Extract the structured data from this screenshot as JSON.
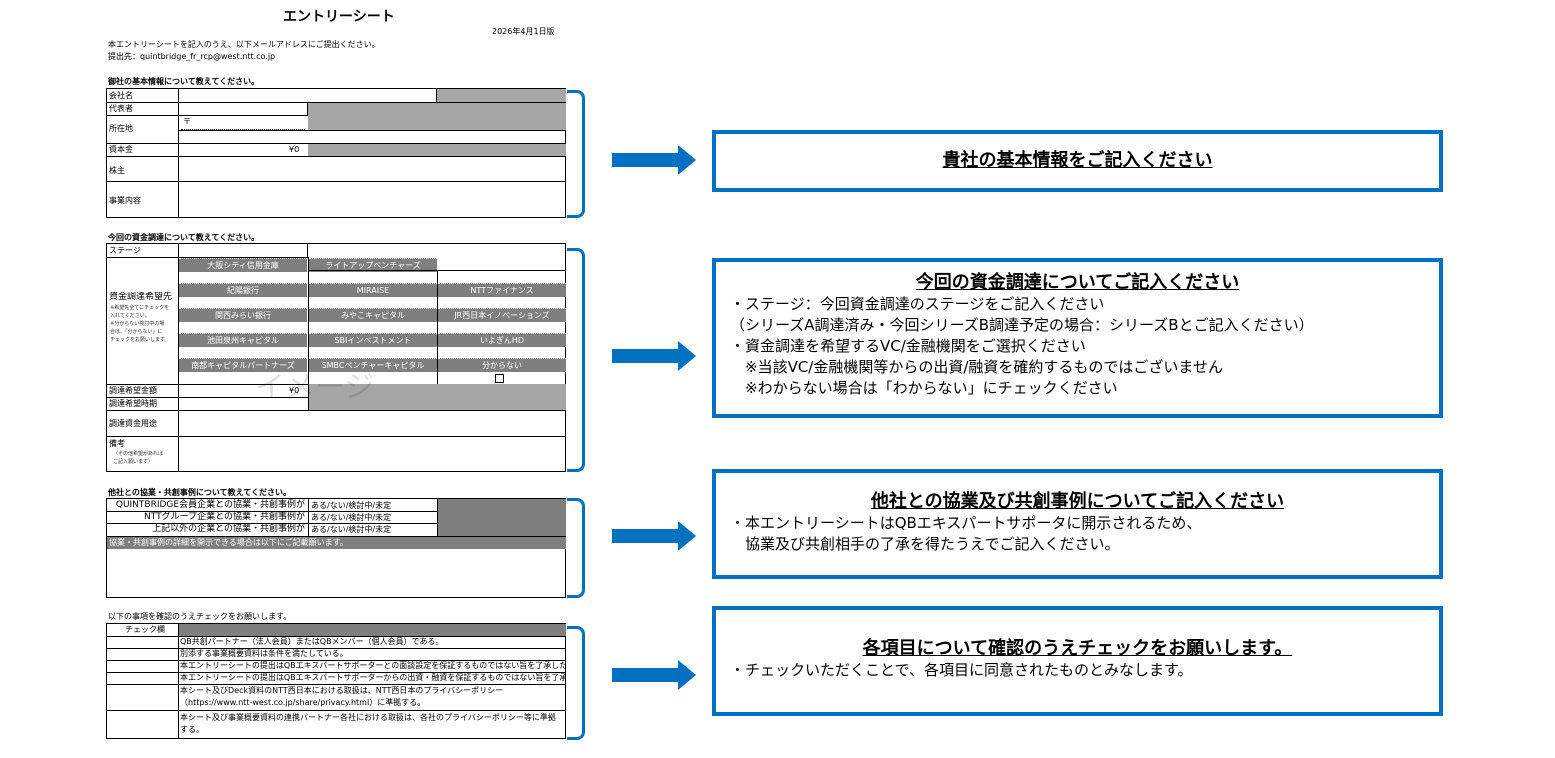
{
  "sheet": {
    "title": "エントリーシート",
    "version": "2026年4月1日版",
    "intro_line1": "本エントリーシートを記入のうえ、以下メールアドレスにご提出ください。",
    "intro_line2": "提出先：quintbridge_fr_rcp@west.ntt.co.jp",
    "section1": {
      "heading": "御社の基本情報について教えてください。",
      "company": "会社名",
      "representative": "代表者",
      "address": "所在地",
      "postal_mark": "〒",
      "capital": "資本金",
      "capital_value": "¥0",
      "shareholders": "株主",
      "business": "事業内容"
    },
    "section2": {
      "heading": "今回の資金調達について教えてください。",
      "stage": "ステージ",
      "target": "資金調達希望先",
      "target_note1": "※希望先全てにチェックを",
      "target_note2": "入れてください。",
      "target_note3": "※分からない検討中の場",
      "target_note4": "合は、「分からない」に",
      "target_note5": "チェックをお願いします。",
      "options": [
        "大阪シティ信用金庫",
        "ライトアップベンチャーズ",
        "",
        "紀陽銀行",
        "MIRAISE",
        "NTTファイナンス",
        "関西みらい銀行",
        "みやこキャピタル",
        "JR西日本イノベーションズ",
        "池田泉州キャピタル",
        "SBIインベストメント",
        "いよぎんHD",
        "南都キャピタルパートナーズ",
        "SMBCベンチャーキャピタル",
        "分からない"
      ],
      "amount": "調達希望金額",
      "amount_value": "¥0",
      "timing": "調達希望時期",
      "use": "調達資金用途",
      "remarks": "備考",
      "remarks_note1": "（その他希望があれば",
      "remarks_note2": "ご記入願います）",
      "watermark": "イメージ"
    },
    "section3": {
      "heading": "他社との協業・共創事例について教えてください。",
      "rows": [
        {
          "label": "QUINTBRIDGE会員企業との協業・共創事例が",
          "value": "ある/ない/検討中/未定"
        },
        {
          "label": "NTTグループ企業との協業・共創事例が",
          "value": "ある/ない/検討中/未定"
        },
        {
          "label": "上記以外の企業との協業・共創事例が",
          "value": "ある/ない/検討中/未定"
        }
      ],
      "detail": "協業・共創事例の詳細を開示できる場合は以下にご記載願います。"
    },
    "section4": {
      "heading": "以下の事項を確認のうえチェックをお願いします。",
      "check_col": "チェック欄",
      "items": [
        "QB共創パートナー（法人会員）またはQBメンバー（個人会員）である。",
        "別添する事業概要資料は条件を満たしている。",
        "本エントリーシートの提出はQBエキスパートサポーターとの面談設定を保証するものではない旨を了承した。",
        "本エントリーシートの提出はQBエキスパートサポーターからの出資・融資を保証するものではない旨を了承し",
        "本シート及びDeck資料のNTT西日本における取扱は、NTT西日本のプライバシーポリシー",
        "（https://www.ntt-west.co.jp/share/privacy.html）に準拠する。",
        "本シート及び事業概要資料の連携パートナー各社における取扱は、各社のプライバシーポリシー等に準拠",
        "する。"
      ]
    }
  },
  "panels": {
    "p1": {
      "title": "貴社の基本情報をご記入ください"
    },
    "p2": {
      "title": "今回の資金調達についてご記入ください",
      "lines": [
        "・ステージ：今回資金調達のステージをご記入ください",
        "（シリーズA調達済み・今回シリーズB調達予定の場合：シリーズBとご記入ください）",
        "・資金調達を希望するVC/金融機関をご選択ください",
        "　※当該VC/金融機関等からの出資/融資を確約するものではございません",
        "　※わからない場合は「わからない」にチェックください"
      ]
    },
    "p3": {
      "title": "他社との協業及び共創事例についてご記入ください",
      "lines": [
        "・本エントリーシートはQBエキスパートサポータに開示されるため、",
        "　協業及び共創相手の了承を得たうえでご記入ください。"
      ]
    },
    "p4": {
      "title": "各項目について確認のうえチェックをお願いします。",
      "lines": [
        "・チェックいただくことで、各項目に同意されたものとみなします。"
      ]
    }
  },
  "colors": {
    "accent": "#0070c0",
    "gray": "#a6a6a6",
    "dark_gray": "#7f7f7f"
  }
}
